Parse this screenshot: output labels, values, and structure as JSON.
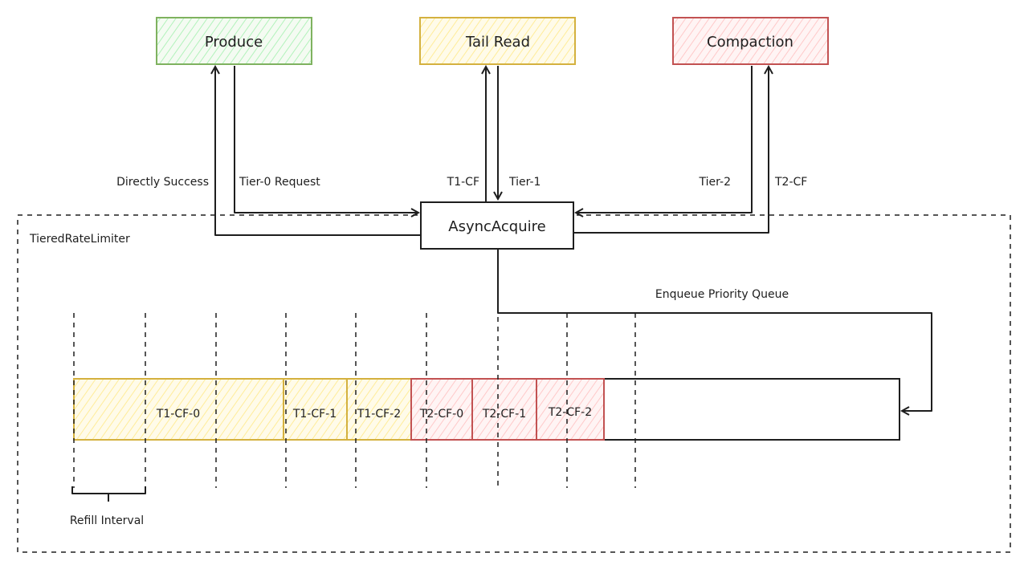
{
  "top_nodes": {
    "produce": "Produce",
    "tail_read": "Tail Read",
    "compaction": "Compaction"
  },
  "center_node": "AsyncAcquire",
  "container_label": "TieredRateLimiter",
  "edge_labels": {
    "directly_success": "Directly Success",
    "tier0_request": "Tier-0 Request",
    "t1_cf": "T1-CF",
    "tier1": "Tier-1",
    "tier2": "Tier-2",
    "t2_cf": "T2-CF",
    "enqueue": "Enqueue Priority Queue"
  },
  "queue_segments": [
    "T1-CF-0",
    "T1-CF-1",
    "T1-CF-2",
    "T2-CF-0",
    "T2-CF-1",
    "T2-CF-2"
  ],
  "refill_label": "Refill Interval",
  "colors": {
    "green_stroke": "#7fb25f",
    "green_fill": "#b2f2bb",
    "yellow_stroke": "#d4b13f",
    "yellow_fill": "#ffec99",
    "red_stroke": "#c25252",
    "red_fill": "#ffc9c9"
  }
}
